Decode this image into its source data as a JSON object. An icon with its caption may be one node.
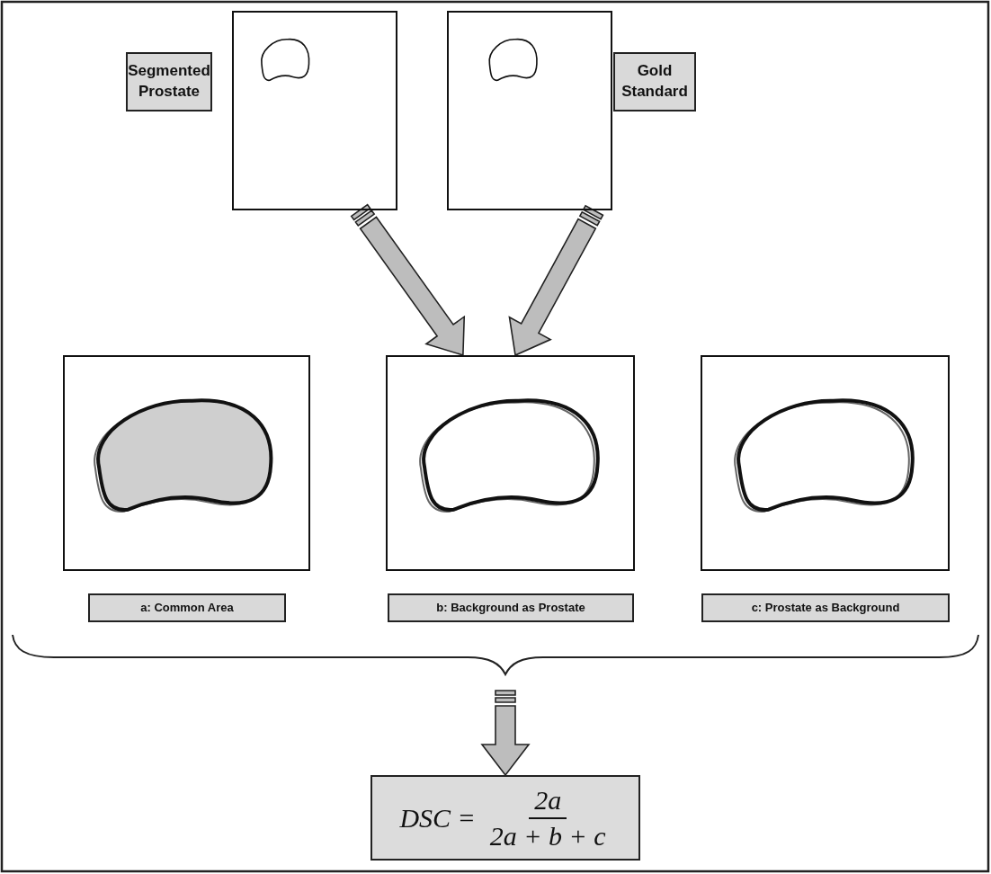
{
  "diagram": {
    "nodes": [
      {
        "text": [
          "Segmented Prostate"
        ]
      },
      {
        "text": [],
        "shape": "picture"
      },
      {
        "text": [],
        "shape": "picture"
      },
      {
        "text": [
          "Gold Standard"
        ]
      },
      {
        "text": [],
        "shape": "picture"
      },
      {
        "text": [],
        "shape": "picture"
      },
      {
        "text": [],
        "shape": "picture"
      },
      {
        "text": [
          "a: Common Area"
        ]
      },
      {
        "text": [
          "b: Background as Prostate"
        ]
      },
      {
        "text": [
          "c: Prostate as Background"
        ]
      },
      {
        "text": [
          "DSC =",
          "2a",
          "2a + b + c"
        ]
      }
    ],
    "edges": [
      {
        "from": 1,
        "to": 5,
        "arrow": "to"
      },
      {
        "from": 2,
        "to": 5,
        "arrow": "to"
      },
      {
        "from": null,
        "to": 10,
        "arrow": "to"
      }
    ]
  }
}
